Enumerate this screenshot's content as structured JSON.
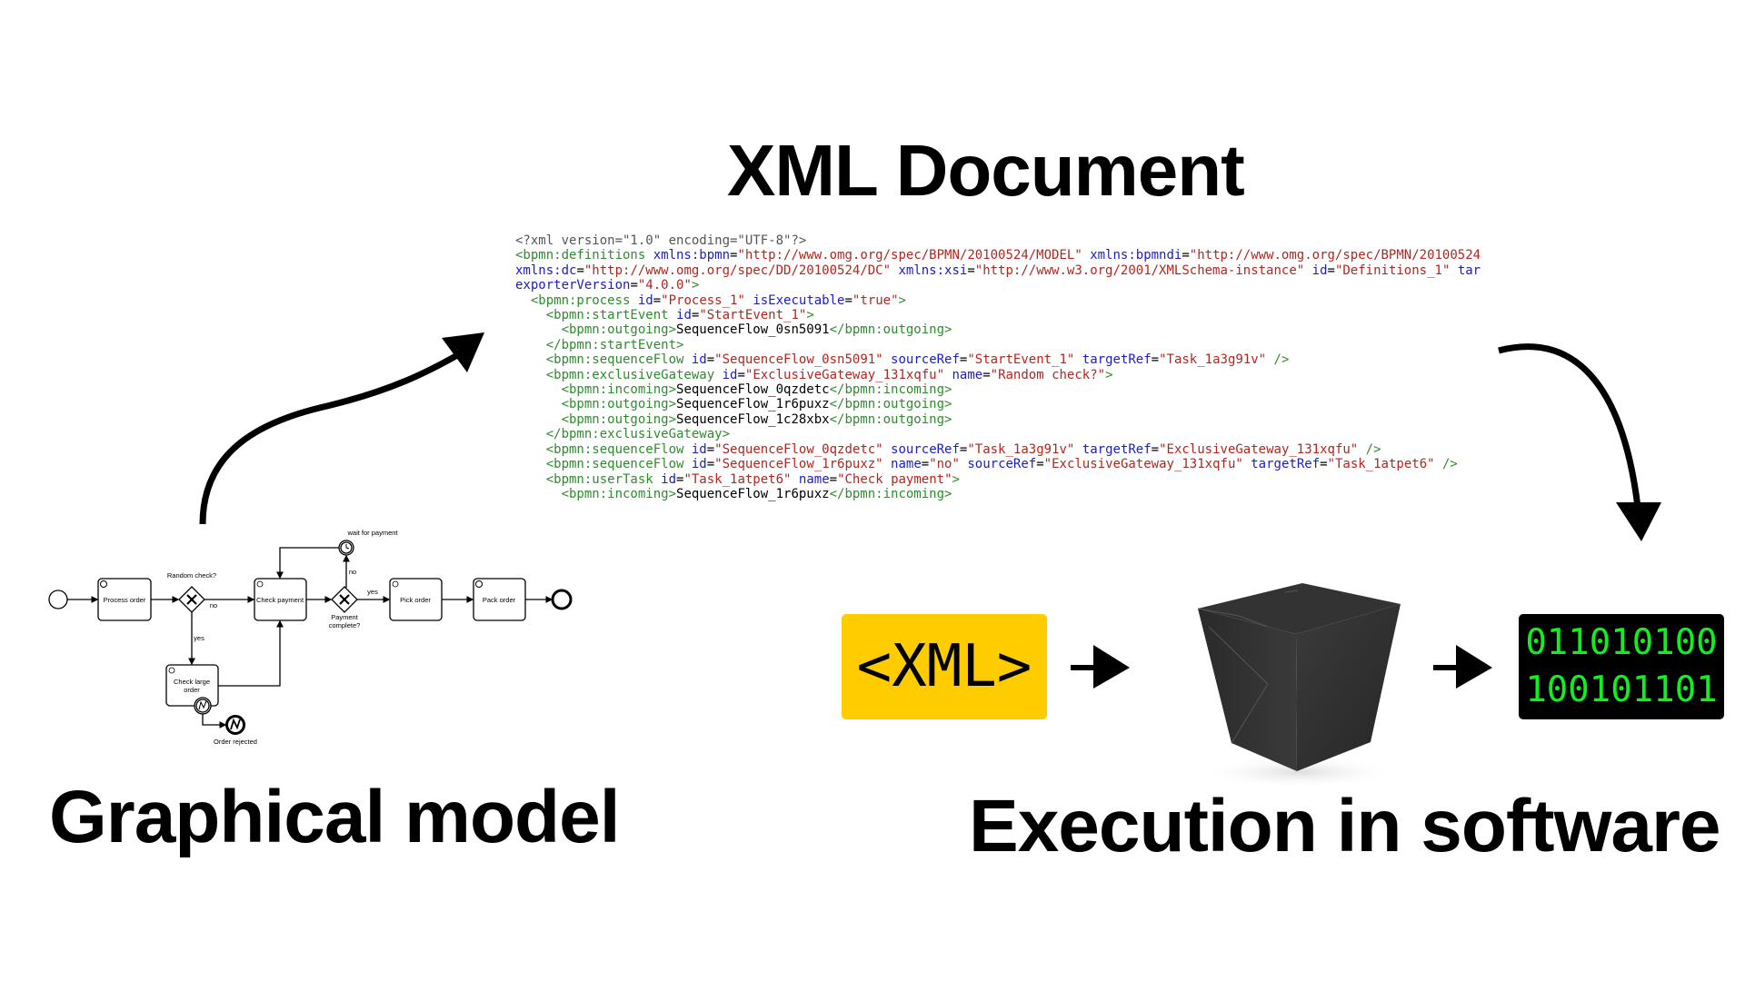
{
  "titles": {
    "xml_document": "XML Document",
    "graphical_model": "Graphical model",
    "execution": "Execution in software"
  },
  "xml_code": [
    {
      "indent": 0,
      "parts": [
        {
          "c": "p",
          "s": "<?xml version=\"1.0\" encoding=\"UTF-8\"?>"
        }
      ]
    },
    {
      "indent": 0,
      "parts": [
        {
          "c": "t",
          "s": "<bpmn:definitions "
        },
        {
          "c": "a",
          "s": "xmlns:bpmn"
        },
        {
          "c": "x",
          "s": "="
        },
        {
          "c": "v",
          "s": "\"http://www.omg.org/spec/BPMN/20100524/MODEL\""
        },
        {
          "c": "x",
          "s": " "
        },
        {
          "c": "a",
          "s": "xmlns:bpmndi"
        },
        {
          "c": "x",
          "s": "="
        },
        {
          "c": "v",
          "s": "\"http://www.omg.org/spec/BPMN/20100524"
        }
      ]
    },
    {
      "indent": 0,
      "parts": [
        {
          "c": "a",
          "s": "xmlns:dc"
        },
        {
          "c": "x",
          "s": "="
        },
        {
          "c": "v",
          "s": "\"http://www.omg.org/spec/DD/20100524/DC\""
        },
        {
          "c": "x",
          "s": " "
        },
        {
          "c": "a",
          "s": "xmlns:xsi"
        },
        {
          "c": "x",
          "s": "="
        },
        {
          "c": "v",
          "s": "\"http://www.w3.org/2001/XMLSchema-instance\""
        },
        {
          "c": "x",
          "s": " "
        },
        {
          "c": "a",
          "s": "id"
        },
        {
          "c": "x",
          "s": "="
        },
        {
          "c": "v",
          "s": "\"Definitions_1\""
        },
        {
          "c": "x",
          "s": " "
        },
        {
          "c": "a",
          "s": "tar"
        }
      ]
    },
    {
      "indent": 0,
      "parts": [
        {
          "c": "a",
          "s": "exporterVersion"
        },
        {
          "c": "x",
          "s": "="
        },
        {
          "c": "v",
          "s": "\"4.0.0\""
        },
        {
          "c": "t",
          "s": ">"
        }
      ]
    },
    {
      "indent": 1,
      "parts": [
        {
          "c": "t",
          "s": "<bpmn:process "
        },
        {
          "c": "a",
          "s": "id"
        },
        {
          "c": "x",
          "s": "="
        },
        {
          "c": "v",
          "s": "\"Process_1\""
        },
        {
          "c": "x",
          "s": " "
        },
        {
          "c": "a",
          "s": "isExecutable"
        },
        {
          "c": "x",
          "s": "="
        },
        {
          "c": "v",
          "s": "\"true\""
        },
        {
          "c": "t",
          "s": ">"
        }
      ]
    },
    {
      "indent": 2,
      "parts": [
        {
          "c": "t",
          "s": "<bpmn:startEvent "
        },
        {
          "c": "a",
          "s": "id"
        },
        {
          "c": "x",
          "s": "="
        },
        {
          "c": "v",
          "s": "\"StartEvent_1\""
        },
        {
          "c": "t",
          "s": ">"
        }
      ]
    },
    {
      "indent": 3,
      "parts": [
        {
          "c": "t",
          "s": "<bpmn:outgoing>"
        },
        {
          "c": "x",
          "s": "SequenceFlow_0sn5091"
        },
        {
          "c": "t",
          "s": "</bpmn:outgoing>"
        }
      ]
    },
    {
      "indent": 2,
      "parts": [
        {
          "c": "t",
          "s": "</bpmn:startEvent>"
        }
      ]
    },
    {
      "indent": 2,
      "parts": [
        {
          "c": "t",
          "s": "<bpmn:sequenceFlow "
        },
        {
          "c": "a",
          "s": "id"
        },
        {
          "c": "x",
          "s": "="
        },
        {
          "c": "v",
          "s": "\"SequenceFlow_0sn5091\""
        },
        {
          "c": "x",
          "s": " "
        },
        {
          "c": "a",
          "s": "sourceRef"
        },
        {
          "c": "x",
          "s": "="
        },
        {
          "c": "v",
          "s": "\"StartEvent_1\""
        },
        {
          "c": "x",
          "s": " "
        },
        {
          "c": "a",
          "s": "targetRef"
        },
        {
          "c": "x",
          "s": "="
        },
        {
          "c": "v",
          "s": "\"Task_1a3g91v\""
        },
        {
          "c": "t",
          "s": " />"
        }
      ]
    },
    {
      "indent": 2,
      "parts": [
        {
          "c": "t",
          "s": "<bpmn:exclusiveGateway "
        },
        {
          "c": "a",
          "s": "id"
        },
        {
          "c": "x",
          "s": "="
        },
        {
          "c": "v",
          "s": "\"ExclusiveGateway_131xqfu\""
        },
        {
          "c": "x",
          "s": " "
        },
        {
          "c": "a",
          "s": "name"
        },
        {
          "c": "x",
          "s": "="
        },
        {
          "c": "v",
          "s": "\"Random check?\""
        },
        {
          "c": "t",
          "s": ">"
        }
      ]
    },
    {
      "indent": 3,
      "parts": [
        {
          "c": "t",
          "s": "<bpmn:incoming>"
        },
        {
          "c": "x",
          "s": "SequenceFlow_0qzdetc"
        },
        {
          "c": "t",
          "s": "</bpmn:incoming>"
        }
      ]
    },
    {
      "indent": 3,
      "parts": [
        {
          "c": "t",
          "s": "<bpmn:outgoing>"
        },
        {
          "c": "x",
          "s": "SequenceFlow_1r6puxz"
        },
        {
          "c": "t",
          "s": "</bpmn:outgoing>"
        }
      ]
    },
    {
      "indent": 3,
      "parts": [
        {
          "c": "t",
          "s": "<bpmn:outgoing>"
        },
        {
          "c": "x",
          "s": "SequenceFlow_1c28xbx"
        },
        {
          "c": "t",
          "s": "</bpmn:outgoing>"
        }
      ]
    },
    {
      "indent": 2,
      "parts": [
        {
          "c": "t",
          "s": "</bpmn:exclusiveGateway>"
        }
      ]
    },
    {
      "indent": 2,
      "parts": [
        {
          "c": "t",
          "s": "<bpmn:sequenceFlow "
        },
        {
          "c": "a",
          "s": "id"
        },
        {
          "c": "x",
          "s": "="
        },
        {
          "c": "v",
          "s": "\"SequenceFlow_0qzdetc\""
        },
        {
          "c": "x",
          "s": " "
        },
        {
          "c": "a",
          "s": "sourceRef"
        },
        {
          "c": "x",
          "s": "="
        },
        {
          "c": "v",
          "s": "\"Task_1a3g91v\""
        },
        {
          "c": "x",
          "s": " "
        },
        {
          "c": "a",
          "s": "targetRef"
        },
        {
          "c": "x",
          "s": "="
        },
        {
          "c": "v",
          "s": "\"ExclusiveGateway_131xqfu\""
        },
        {
          "c": "t",
          "s": " />"
        }
      ]
    },
    {
      "indent": 2,
      "parts": [
        {
          "c": "t",
          "s": "<bpmn:sequenceFlow "
        },
        {
          "c": "a",
          "s": "id"
        },
        {
          "c": "x",
          "s": "="
        },
        {
          "c": "v",
          "s": "\"SequenceFlow_1r6puxz\""
        },
        {
          "c": "x",
          "s": " "
        },
        {
          "c": "a",
          "s": "name"
        },
        {
          "c": "x",
          "s": "="
        },
        {
          "c": "v",
          "s": "\"no\""
        },
        {
          "c": "x",
          "s": " "
        },
        {
          "c": "a",
          "s": "sourceRef"
        },
        {
          "c": "x",
          "s": "="
        },
        {
          "c": "v",
          "s": "\"ExclusiveGateway_131xqfu\""
        },
        {
          "c": "x",
          "s": " "
        },
        {
          "c": "a",
          "s": "targetRef"
        },
        {
          "c": "x",
          "s": "="
        },
        {
          "c": "v",
          "s": "\"Task_1atpet6\""
        },
        {
          "c": "t",
          "s": " />"
        }
      ]
    },
    {
      "indent": 2,
      "parts": [
        {
          "c": "t",
          "s": "<bpmn:userTask "
        },
        {
          "c": "a",
          "s": "id"
        },
        {
          "c": "x",
          "s": "="
        },
        {
          "c": "v",
          "s": "\"Task_1atpet6\""
        },
        {
          "c": "x",
          "s": " "
        },
        {
          "c": "a",
          "s": "name"
        },
        {
          "c": "x",
          "s": "="
        },
        {
          "c": "v",
          "s": "\"Check payment\""
        },
        {
          "c": "t",
          "s": ">"
        }
      ]
    },
    {
      "indent": 3,
      "parts": [
        {
          "c": "t",
          "s": "<bpmn:incoming>"
        },
        {
          "c": "x",
          "s": "SequenceFlow_1r6puxz"
        },
        {
          "c": "t",
          "s": "</bpmn:incoming>"
        }
      ]
    }
  ],
  "bpmn": {
    "process_order": "Process order",
    "random_check": "Random check?",
    "no_1": "no",
    "yes_1": "yes",
    "check_payment": "Check payment",
    "wait_for_payment": "wait for payment",
    "no_2": "no",
    "yes_2": "yes",
    "payment_complete_1": "Payment",
    "payment_complete_2": "complete?",
    "pick_order": "Pick order",
    "pack_order": "Pack order",
    "check_large_order_1": "Check large",
    "check_large_order_2": "order",
    "order_rejected": "Order rejected"
  },
  "xml_badge": "<XML>",
  "binary": [
    "011010100",
    "100101101"
  ],
  "colors": {
    "xml_badge": "#ffcc00",
    "binary_text": "#10f020",
    "binary_bg": "#000000",
    "tag": "#2e8b2e",
    "attr": "#1c1cc8",
    "value": "#b3261e"
  }
}
